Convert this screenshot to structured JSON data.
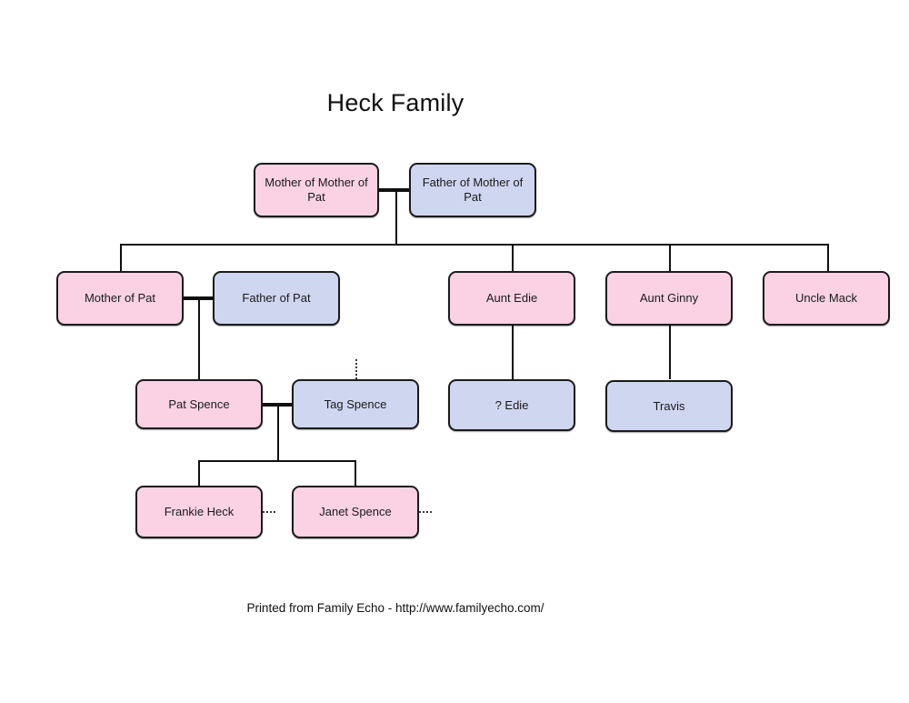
{
  "document": {
    "title": "Heck Family",
    "footer": "Printed from Family Echo - http://www.familyecho.com/"
  },
  "legend": {
    "female_color": "#fad2e4",
    "male_color": "#cfd6f0",
    "line_color": "#101010",
    "background": "#ffffff"
  },
  "people": {
    "mother_of_mother_of_pat": {
      "label": "Mother of Mother of Pat",
      "sex": "female"
    },
    "father_of_mother_of_pat": {
      "label": "Father of Mother of Pat",
      "sex": "male"
    },
    "mother_of_pat": {
      "label": "Mother of Pat",
      "sex": "female"
    },
    "father_of_pat": {
      "label": "Father of Pat",
      "sex": "male"
    },
    "aunt_edie": {
      "label": "Aunt Edie",
      "sex": "female"
    },
    "aunt_ginny": {
      "label": "Aunt Ginny",
      "sex": "female"
    },
    "uncle_mack": {
      "label": "Uncle Mack",
      "sex": "female"
    },
    "pat_spence": {
      "label": "Pat Spence",
      "sex": "female"
    },
    "tag_spence": {
      "label": "Tag Spence",
      "sex": "male"
    },
    "q_edie": {
      "label": "? Edie",
      "sex": "male"
    },
    "travis": {
      "label": "Travis",
      "sex": "male"
    },
    "frankie_heck": {
      "label": "Frankie Heck",
      "sex": "female"
    },
    "janet_spence": {
      "label": "Janet Spence",
      "sex": "female"
    }
  },
  "generations": [
    {
      "index": 1,
      "members": [
        "mother_of_mother_of_pat",
        "father_of_mother_of_pat"
      ]
    },
    {
      "index": 2,
      "members": [
        "mother_of_pat",
        "father_of_pat",
        "aunt_edie",
        "aunt_ginny",
        "uncle_mack"
      ]
    },
    {
      "index": 3,
      "members": [
        "pat_spence",
        "tag_spence",
        "q_edie",
        "travis"
      ]
    },
    {
      "index": 4,
      "members": [
        "frankie_heck",
        "janet_spence"
      ]
    }
  ],
  "unions": [
    {
      "partners": [
        "mother_of_mother_of_pat",
        "father_of_mother_of_pat"
      ],
      "children": [
        "mother_of_pat",
        "aunt_edie",
        "aunt_ginny",
        "uncle_mack"
      ]
    },
    {
      "partners": [
        "mother_of_pat",
        "father_of_pat"
      ],
      "children": [
        "pat_spence"
      ]
    },
    {
      "partners": [
        "pat_spence",
        "tag_spence"
      ],
      "children": [
        "frankie_heck",
        "janet_spence"
      ]
    }
  ],
  "single_parent_links": [
    {
      "parent": "aunt_edie",
      "child": "q_edie"
    },
    {
      "parent": "aunt_ginny",
      "child": "travis"
    }
  ],
  "expanders": [
    {
      "for": "tag_spence",
      "direction": "up",
      "style": "dotted"
    },
    {
      "for": "frankie_heck",
      "direction": "right",
      "style": "dotted"
    },
    {
      "for": "janet_spence",
      "direction": "right",
      "style": "dotted"
    }
  ]
}
